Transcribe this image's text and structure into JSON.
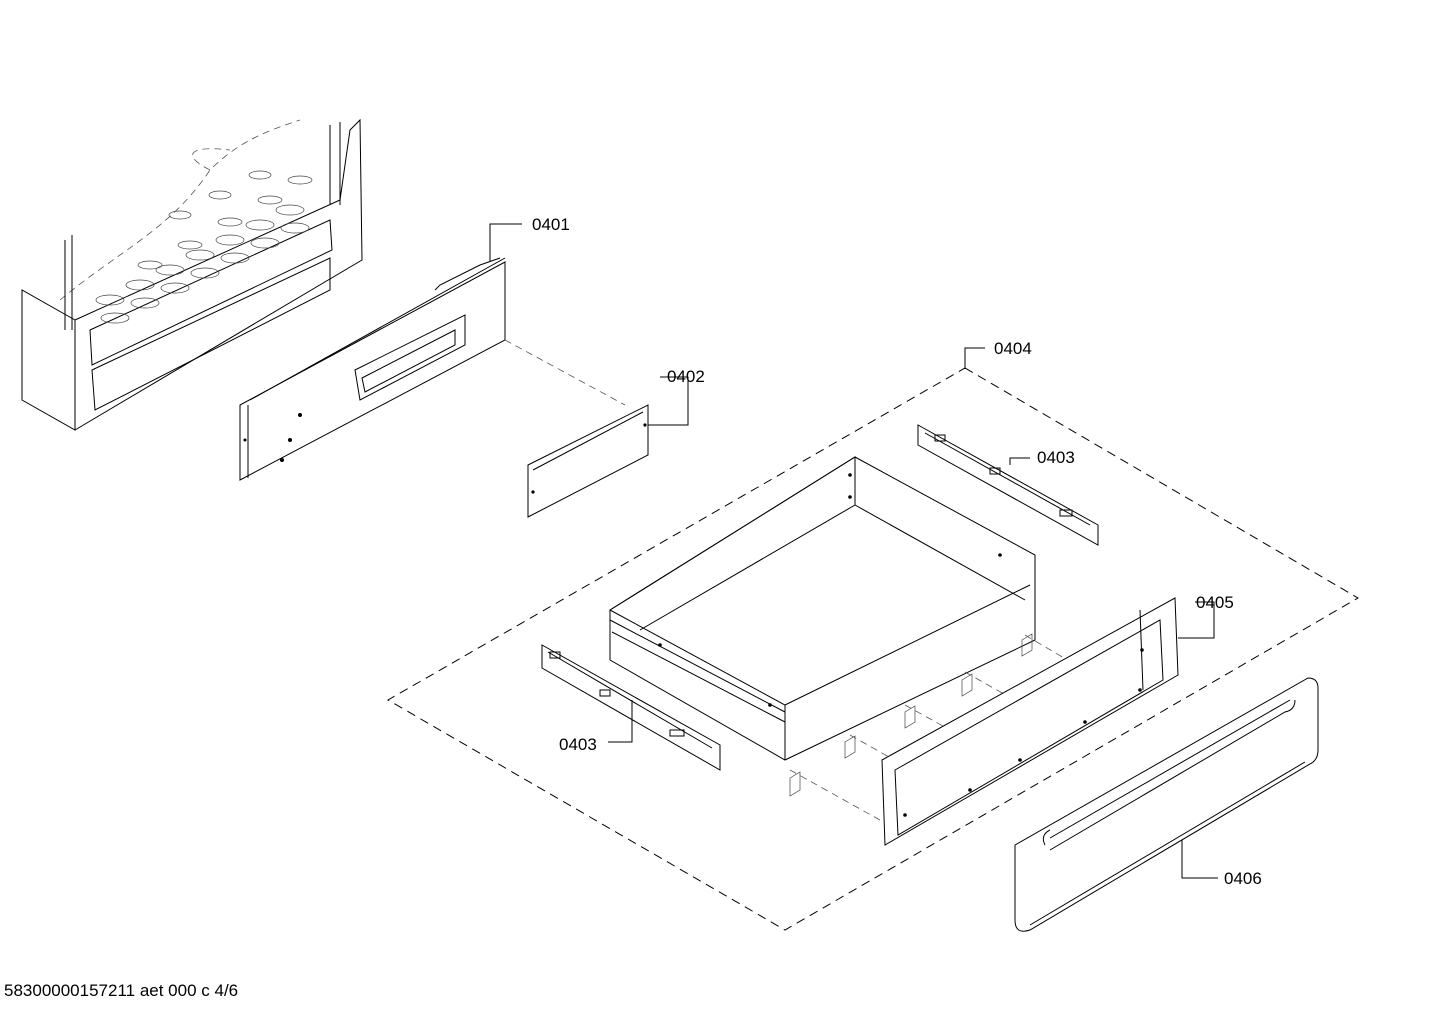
{
  "labels": {
    "p0401": "0401",
    "p0402": "0402",
    "p0403_top": "0403",
    "p0403_bottom": "0403",
    "p0404": "0404",
    "p0405": "0405",
    "p0406": "0406"
  },
  "footer": {
    "text": "58300000157211 aet 000 c 4/6"
  }
}
